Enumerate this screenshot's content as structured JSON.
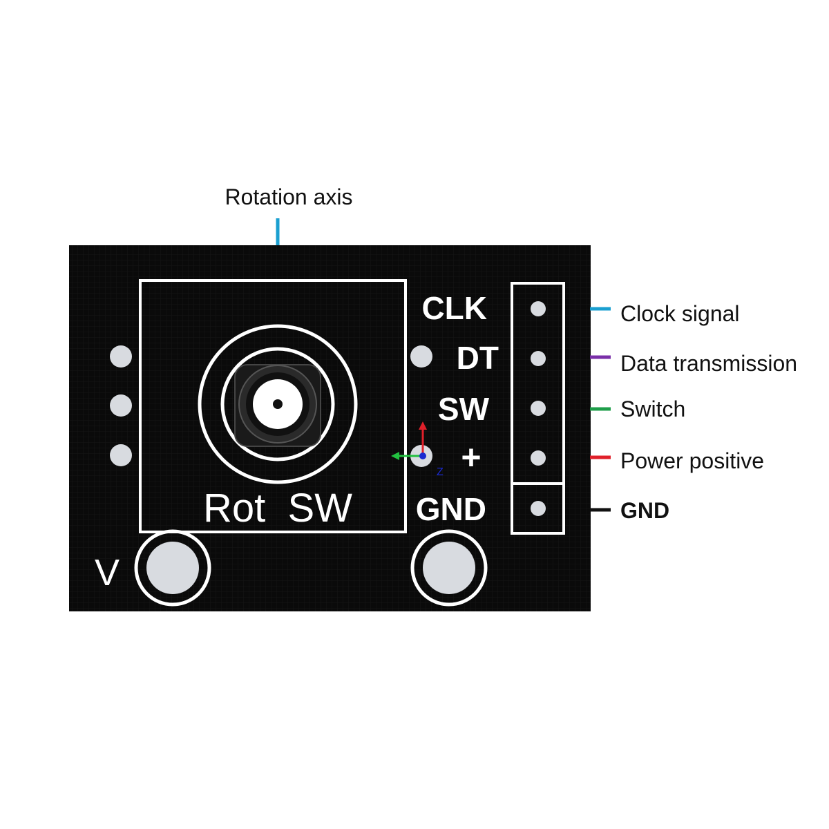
{
  "top_label": "Rotation axis",
  "board": {
    "silk_main": "Rot  SW",
    "silk_v": "V",
    "axis_glyph": "Z"
  },
  "pins": [
    {
      "board_label": "CLK",
      "callout": "Clock signal",
      "color": "#1a9fd0"
    },
    {
      "board_label": "DT",
      "callout": "Data transmission",
      "color": "#7a2fa8"
    },
    {
      "board_label": "SW",
      "callout": "Switch",
      "color": "#1e9e4a"
    },
    {
      "board_label": "+",
      "callout": "Power positive",
      "color": "#e0202a"
    },
    {
      "board_label": "GND",
      "callout": "GND",
      "color": "#111111"
    }
  ],
  "colors": {
    "board": "#0a0a0a",
    "silkscreen": "#ffffff",
    "pad": "#d8dbe0",
    "axis_line": "#1a9fd0"
  }
}
